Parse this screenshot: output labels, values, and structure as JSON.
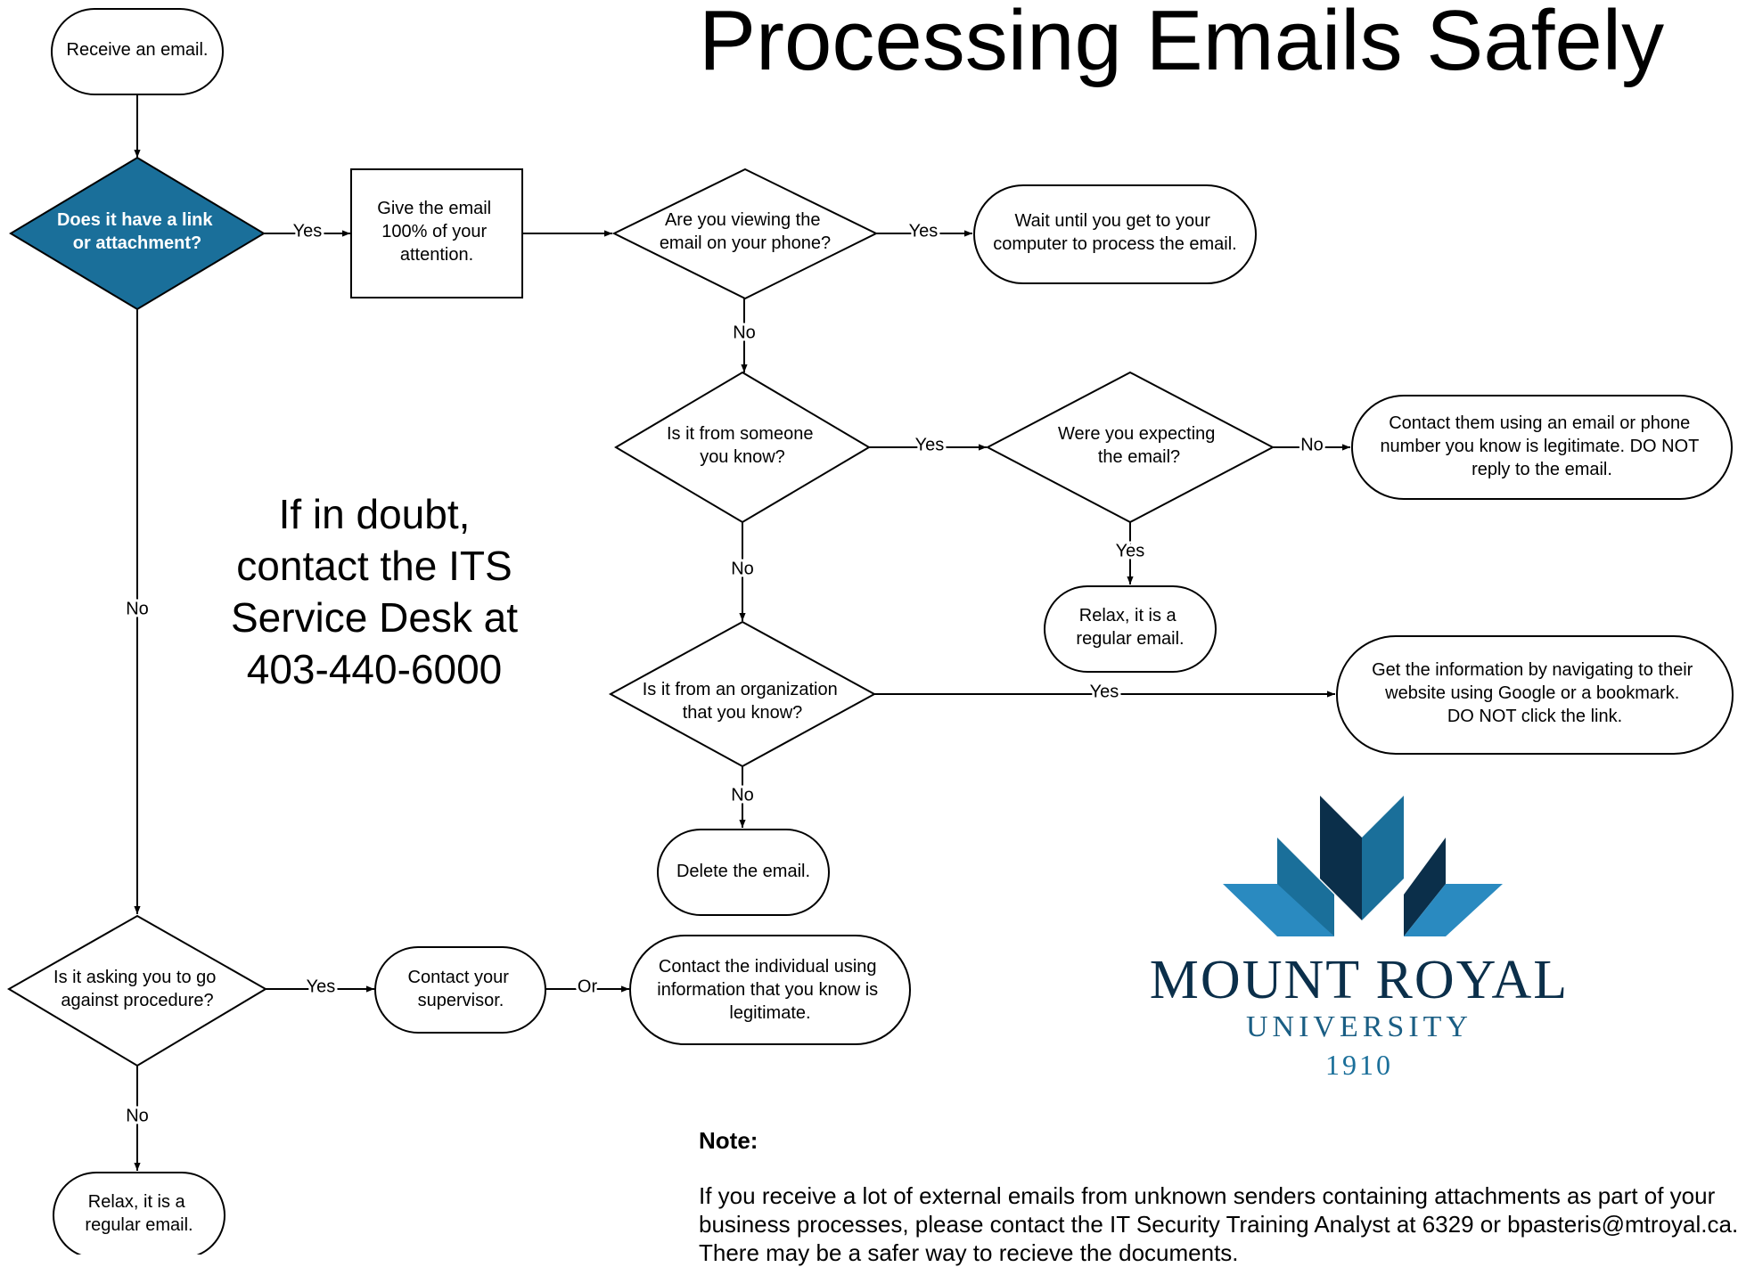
{
  "title": "Processing Emails Safely",
  "callout": [
    "If in doubt,",
    "contact the ITS",
    "Service Desk at",
    "403-440-6000"
  ],
  "colors": {
    "accent": "#1a6f9a",
    "logo_dark": "#0b2f4a",
    "logo_mid": "#1a6f9a",
    "logo_light": "#2a8ac0"
  },
  "nodes": {
    "receive": [
      "Receive an email."
    ],
    "has_link": [
      "Does it have a link",
      "or attachment?"
    ],
    "give_attention": [
      "Give the email",
      "100% of your",
      "attention."
    ],
    "on_phone": [
      "Are you viewing the",
      "email on your phone?"
    ],
    "wait_computer": [
      "Wait until you get to your",
      "computer to process the email."
    ],
    "from_known": [
      "Is it from someone",
      "you know?"
    ],
    "expecting": [
      "Were you expecting",
      "the email?"
    ],
    "contact_them": [
      "Contact them using an email or phone",
      "number you know is legitimate. DO NOT",
      "reply to the email."
    ],
    "relax_right": [
      "Relax, it is a",
      "regular email."
    ],
    "from_org": [
      "Is it from an organization",
      "that you know?"
    ],
    "get_info": [
      "Get the information by navigating to their",
      "website using Google or a bookmark.",
      "DO NOT click the link."
    ],
    "delete": [
      "Delete the email."
    ],
    "against_procedure": [
      "Is it asking you to go",
      "against procedure?"
    ],
    "contact_supervisor": [
      "Contact your",
      "supervisor."
    ],
    "contact_individual": [
      "Contact  the individual using",
      "information that you know is",
      "legitimate."
    ],
    "relax_bottom": [
      "Relax, it is a",
      "regular email."
    ]
  },
  "edge_labels": {
    "has_link_yes": "Yes",
    "has_link_no": "No",
    "phone_yes": "Yes",
    "phone_no": "No",
    "known_yes": "Yes",
    "known_no": "No",
    "expecting_no": "No",
    "expecting_yes": "Yes",
    "org_yes": "Yes",
    "org_no": "No",
    "procedure_yes": "Yes",
    "procedure_no": "No",
    "supervisor_or": "Or"
  },
  "logo": {
    "name": "MOUNT ROYAL",
    "sub": "UNIVERSITY",
    "year": "1910"
  },
  "note": {
    "heading": "Note:",
    "body": "If you receive a lot of external emails from unknown senders containing attachments as part of your business processes, please contact the IT Security Training Analyst at 6329 or bpasteris@mtroyal.ca. There may be a safer way to recieve the documents."
  }
}
